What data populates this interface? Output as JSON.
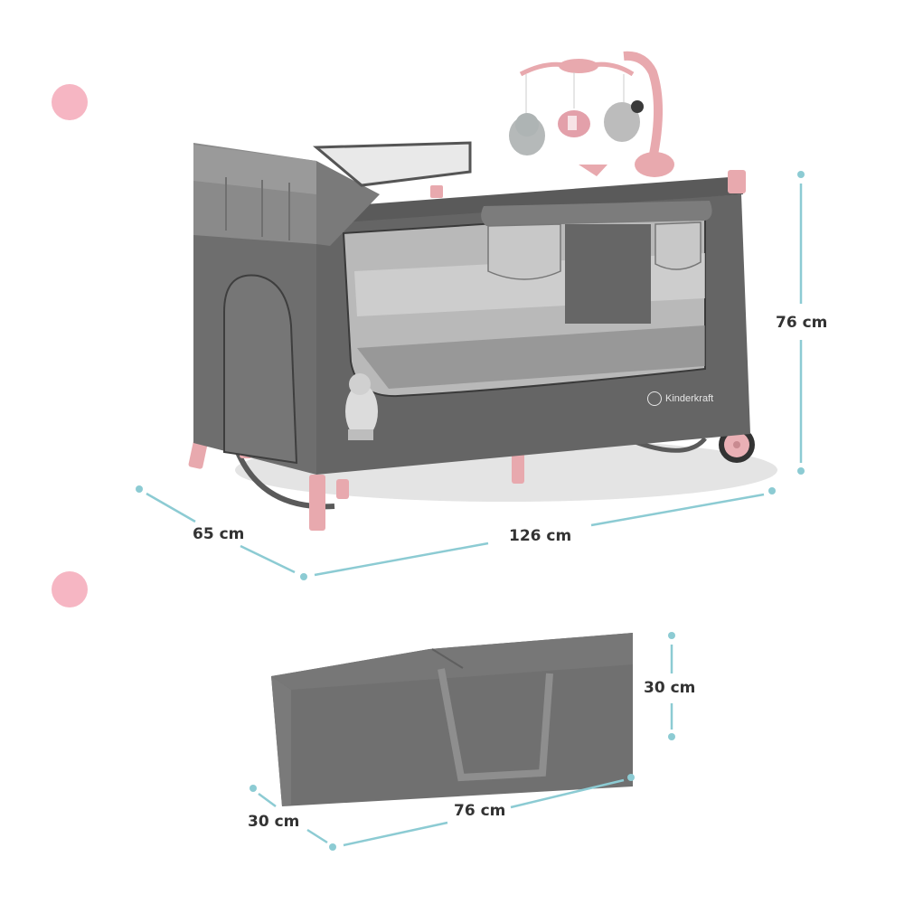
{
  "colors": {
    "accent_pink": "#f6b6c3",
    "dimension_line": "#8ccbd3",
    "fabric_gray": "#6f6f6f",
    "fabric_dark": "#585858",
    "frame_pink": "#e8a9ae",
    "bag_gray": "#707070",
    "text": "#333333"
  },
  "bullets": [
    {
      "name": "section-bullet-assembled"
    },
    {
      "name": "section-bullet-folded"
    }
  ],
  "product": {
    "brand_logo_text": "Kinderkraft",
    "dimensions": {
      "height": "76 cm",
      "depth": "65 cm",
      "length": "126 cm"
    }
  },
  "travel_bag": {
    "dimensions": {
      "height": "30 cm",
      "depth": "30 cm",
      "length": "76 cm"
    }
  }
}
